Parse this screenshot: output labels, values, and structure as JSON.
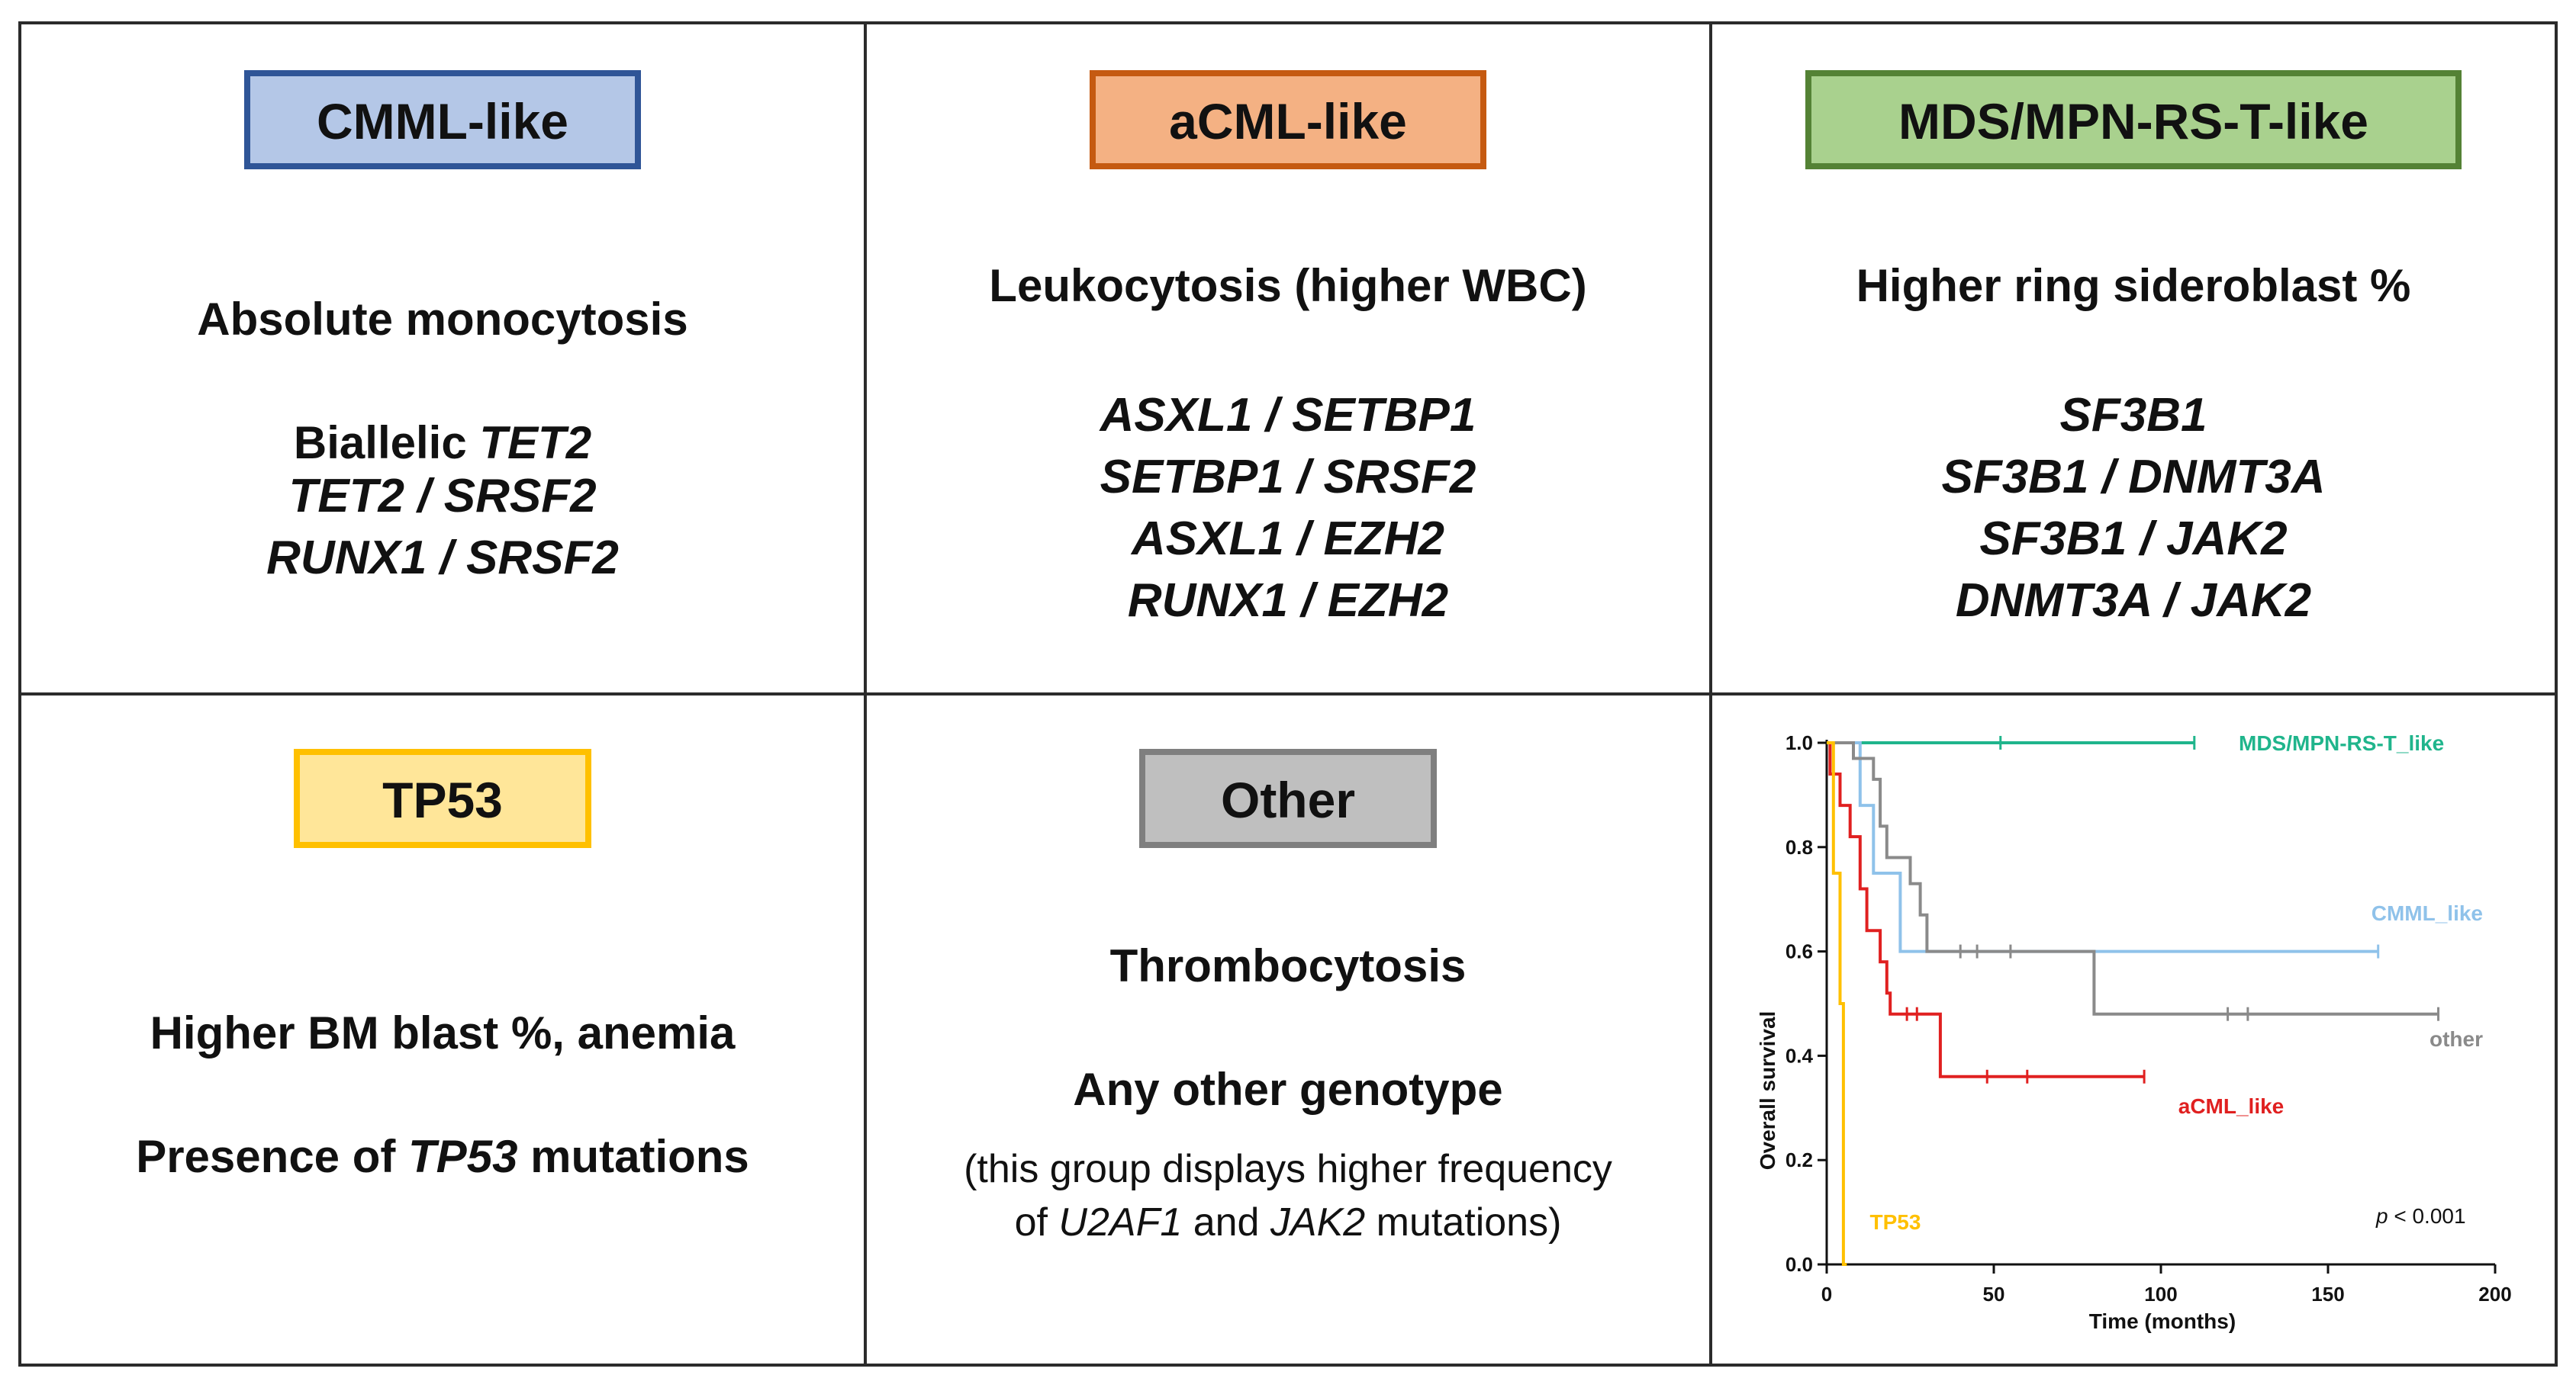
{
  "colors": {
    "cmml_bg": "#dae3f3",
    "cmml_box": "#b4c7e7",
    "cmml_border": "#2f5597",
    "acml_bg": "#fbe5d6",
    "acml_box": "#f4b183",
    "acml_border": "#c55a11",
    "mds_bg": "#e2f0d9",
    "mds_box": "#a9d18e",
    "mds_border": "#548235",
    "tp53_bg": "#fff2cc",
    "tp53_box": "#ffe699",
    "tp53_border": "#ffc000",
    "other_bg": "#ededed",
    "other_box": "#bfbfbf",
    "other_border": "#7f7f7f"
  },
  "cmml": {
    "title": "CMML-like",
    "feature": "Absolute monocytosis",
    "genotype_prefix": "Biallelic ",
    "genotype_gene": "TET2",
    "genotypes": [
      "TET2 / SRSF2",
      "RUNX1 / SRSF2"
    ]
  },
  "acml": {
    "title": "aCML-like",
    "feature": "Leukocytosis (higher WBC)",
    "genotypes": [
      "ASXL1 / SETBP1",
      "SETBP1 / SRSF2",
      "ASXL1 / EZH2",
      "RUNX1 / EZH2"
    ]
  },
  "mds": {
    "title": "MDS/MPN-RS-T-like",
    "feature": "Higher ring sideroblast %",
    "genotypes": [
      "SF3B1",
      "SF3B1 / DNMT3A",
      "SF3B1 / JAK2",
      "DNMT3A / JAK2"
    ]
  },
  "tp53": {
    "title": "TP53",
    "feature": "Higher BM blast %, anemia",
    "presence_prefix": "Presence of ",
    "presence_gene": "TP53",
    "presence_suffix": " mutations"
  },
  "other": {
    "title": "Other",
    "feature1": "Thrombocytosis",
    "feature2": "Any other genotype",
    "note_line1": "(this group displays higher frequency",
    "note_prefix": "of ",
    "note_gene1": "U2AF1",
    "note_mid": " and ",
    "note_gene2": "JAK2",
    "note_suffix": " mutations)"
  },
  "chart_data": {
    "type": "line",
    "subtype": "kaplan-meier",
    "xlabel": "Time (months)",
    "ylabel": "Overall survival",
    "xlim": [
      0,
      200
    ],
    "ylim": [
      0,
      1.0
    ],
    "xticks": [
      "0",
      "50",
      "100",
      "150",
      "200"
    ],
    "yticks": [
      "0.0",
      "0.2",
      "0.4",
      "0.6",
      "0.8",
      "1.0"
    ],
    "annotation_p": "p",
    "annotation_rest": " < 0.001",
    "series": [
      {
        "name": "MDS/MPN-RS-T_like",
        "color": "#20b58c",
        "steps": [
          [
            0,
            1.0
          ],
          [
            110,
            1.0
          ]
        ],
        "censors": [
          [
            52,
            1.0
          ],
          [
            110,
            1.0
          ]
        ]
      },
      {
        "name": "CMML_like",
        "color": "#8fc2ea",
        "steps": [
          [
            0,
            1.0
          ],
          [
            10,
            1.0
          ],
          [
            10,
            0.88
          ],
          [
            14,
            0.88
          ],
          [
            14,
            0.75
          ],
          [
            22,
            0.75
          ],
          [
            22,
            0.6
          ],
          [
            165,
            0.6
          ]
        ],
        "censors": [
          [
            165,
            0.6
          ]
        ]
      },
      {
        "name": "other",
        "color": "#8a8a8a",
        "steps": [
          [
            0,
            1.0
          ],
          [
            8,
            1.0
          ],
          [
            8,
            0.97
          ],
          [
            14,
            0.97
          ],
          [
            14,
            0.93
          ],
          [
            16,
            0.93
          ],
          [
            16,
            0.84
          ],
          [
            18,
            0.84
          ],
          [
            18,
            0.78
          ],
          [
            25,
            0.78
          ],
          [
            25,
            0.73
          ],
          [
            28,
            0.73
          ],
          [
            28,
            0.67
          ],
          [
            30,
            0.67
          ],
          [
            30,
            0.6
          ],
          [
            80,
            0.6
          ],
          [
            80,
            0.48
          ],
          [
            183,
            0.48
          ]
        ],
        "censors": [
          [
            40,
            0.6
          ],
          [
            45,
            0.6
          ],
          [
            55,
            0.6
          ],
          [
            120,
            0.48
          ],
          [
            126,
            0.48
          ],
          [
            183,
            0.48
          ]
        ]
      },
      {
        "name": "aCML_like",
        "color": "#e02020",
        "steps": [
          [
            0,
            1.0
          ],
          [
            1,
            1.0
          ],
          [
            1,
            0.94
          ],
          [
            4,
            0.94
          ],
          [
            4,
            0.88
          ],
          [
            7,
            0.88
          ],
          [
            7,
            0.82
          ],
          [
            10,
            0.82
          ],
          [
            10,
            0.72
          ],
          [
            12,
            0.72
          ],
          [
            12,
            0.64
          ],
          [
            16,
            0.64
          ],
          [
            16,
            0.58
          ],
          [
            18,
            0.58
          ],
          [
            18,
            0.52
          ],
          [
            19,
            0.52
          ],
          [
            19,
            0.48
          ],
          [
            34,
            0.48
          ],
          [
            34,
            0.36
          ],
          [
            95,
            0.36
          ]
        ],
        "censors": [
          [
            24,
            0.48
          ],
          [
            27,
            0.48
          ],
          [
            48,
            0.36
          ],
          [
            60,
            0.36
          ],
          [
            95,
            0.36
          ]
        ]
      },
      {
        "name": "TP53",
        "color": "#ffc000",
        "steps": [
          [
            0,
            1.0
          ],
          [
            2,
            1.0
          ],
          [
            2,
            0.75
          ],
          [
            4,
            0.75
          ],
          [
            4,
            0.5
          ],
          [
            5,
            0.5
          ],
          [
            5,
            0.0
          ],
          [
            6,
            0.0
          ]
        ],
        "censors": []
      }
    ],
    "labels": [
      "MDS/MPN-RS-T_like",
      "CMML_like",
      "other",
      "aCML_like",
      "TP53"
    ]
  }
}
